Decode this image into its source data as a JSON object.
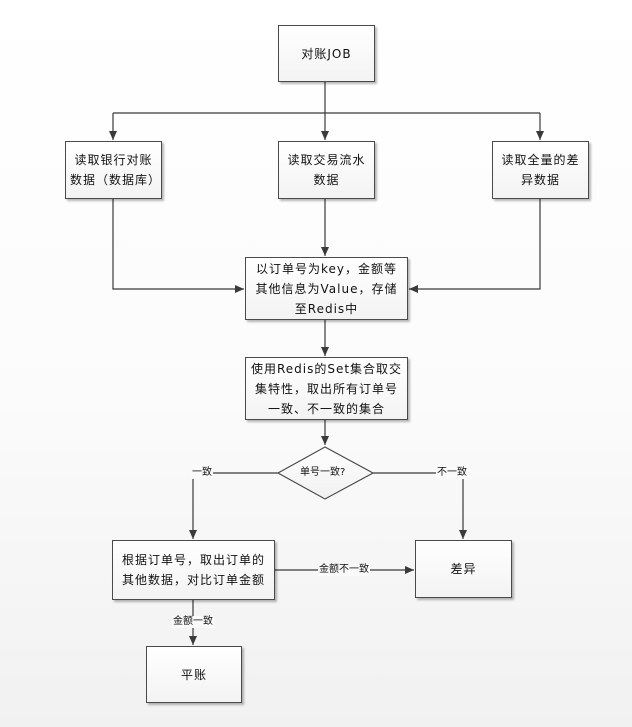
{
  "nodes": {
    "job": "对账JOB",
    "read_bank": "读取银行对账数据（数据库）",
    "read_trade": "读取交易流水数据",
    "read_diff": "读取全量的差异数据",
    "store_redis": "以订单号为key，金额等其他信息为Value，存储至Redis中",
    "redis_set": "使用Redis的Set集合取交集特性，取出所有订单号一致、不一致的集合",
    "decision": "单号一致?",
    "compare": "根据订单号，取出订单的其他数据，对比订单金额",
    "diff": "差异",
    "balanced": "平账"
  },
  "edge_labels": {
    "consistent": "一致",
    "inconsistent": "不一致",
    "amount_mismatch": "金额不一致",
    "amount_match": "金额一致"
  }
}
